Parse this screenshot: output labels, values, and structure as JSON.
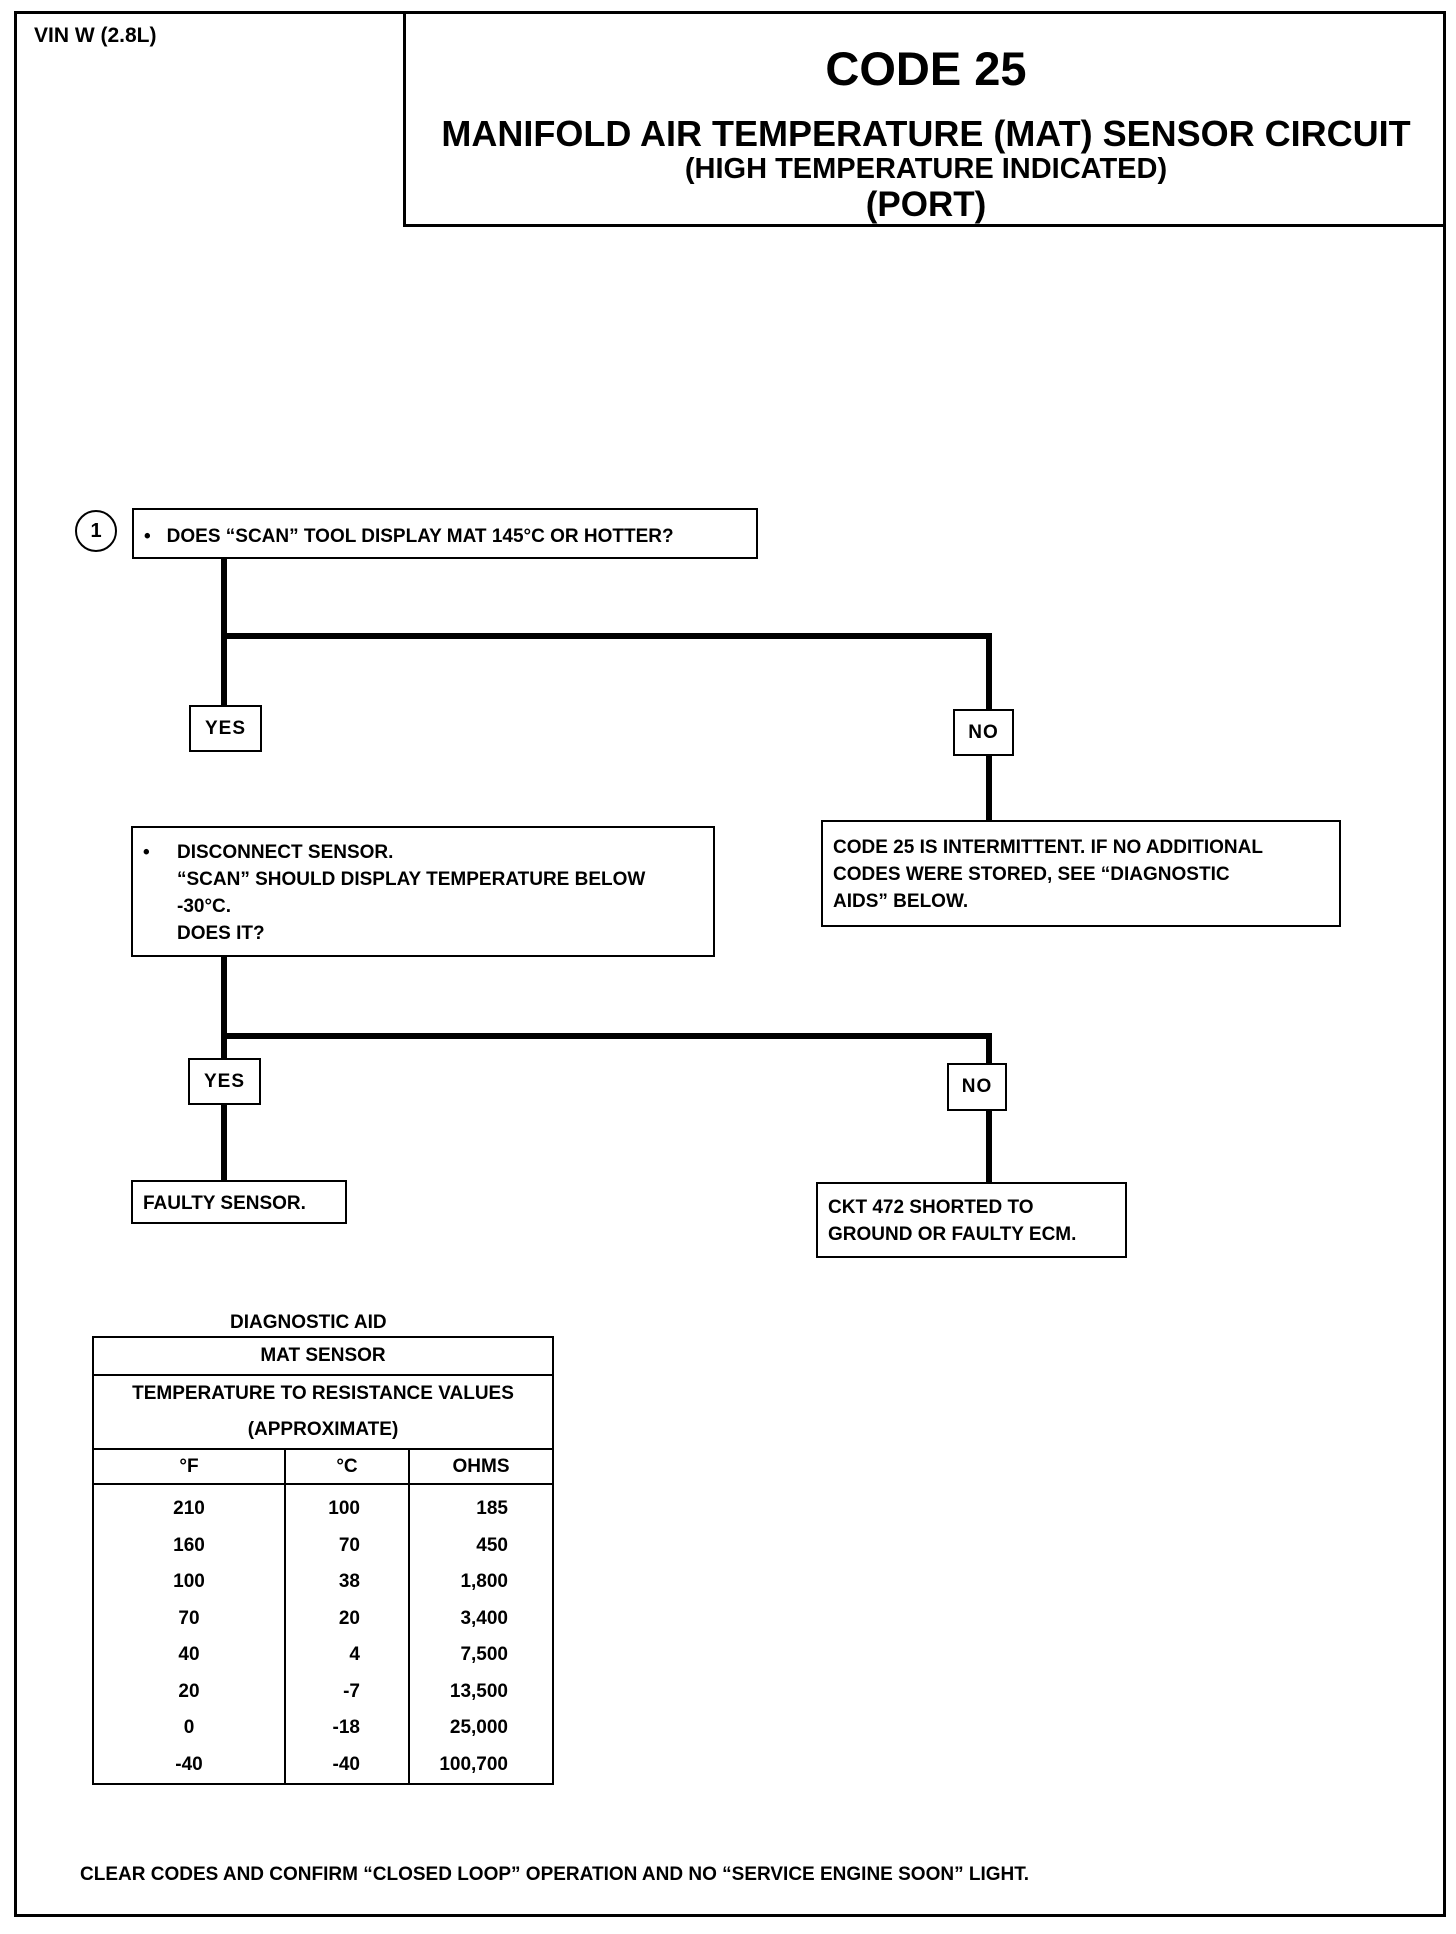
{
  "header": {
    "vin": "VIN W (2.8L)",
    "code": "CODE 25",
    "title": "MANIFOLD AIR TEMPERATURE (MAT) SENSOR CIRCUIT",
    "subtitle": "(HIGH TEMPERATURE INDICATED)",
    "variant": "(PORT)"
  },
  "flowchart": {
    "step1_number": "1",
    "step1_question": "DOES “SCAN” TOOL DISPLAY MAT 145°C OR HOTTER?",
    "branch1_yes": "YES",
    "branch1_no": "NO",
    "step2_lines": [
      "DISCONNECT SENSOR.",
      "“SCAN” SHOULD DISPLAY TEMPERATURE BELOW",
      "-30°C.",
      "DOES IT?"
    ],
    "no1_result_lines": [
      "CODE 25 IS INTERMITTENT.  IF NO ADDITIONAL",
      "CODES WERE STORED, SEE “DIAGNOSTIC",
      "AIDS”  BELOW."
    ],
    "branch2_yes": "YES",
    "branch2_no": "NO",
    "yes2_result": "FAULTY SENSOR.",
    "no2_result_lines": [
      "CKT 472  SHORTED TO",
      "GROUND OR FAULTY ECM."
    ],
    "bullet": "•"
  },
  "diagnostic_aid": {
    "title": "DIAGNOSTIC AID",
    "table_title": "MAT SENSOR",
    "table_subtitle": "TEMPERATURE TO RESISTANCE VALUES",
    "table_note": "(APPROXIMATE)",
    "columns": [
      "°F",
      "°C",
      "OHMS"
    ],
    "rows": [
      [
        "210",
        "100",
        "185"
      ],
      [
        "160",
        "70",
        "450"
      ],
      [
        "100",
        "38",
        "1,800"
      ],
      [
        "70",
        "20",
        "3,400"
      ],
      [
        "40",
        "4",
        "7,500"
      ],
      [
        "20",
        "-7",
        "13,500"
      ],
      [
        "0",
        "-18",
        "25,000"
      ],
      [
        "-40",
        "-40",
        "100,700"
      ]
    ]
  },
  "footer": "CLEAR CODES AND CONFIRM “CLOSED LOOP”  OPERATION AND NO “SERVICE ENGINE SOON” LIGHT."
}
